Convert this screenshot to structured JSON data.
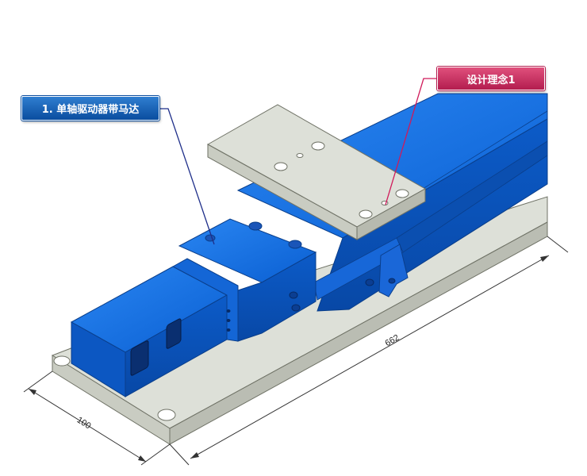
{
  "callouts": {
    "motor": "1. 单轴驱动器带马达",
    "design": "设计理念1"
  },
  "dimensions": {
    "width": "100",
    "length": "662"
  },
  "colors": {
    "actuator_blue": "#0a62d6",
    "plate_gray": "#dcdfd6",
    "motor_callout": "#0a4d9f",
    "design_callout": "#c02a5a",
    "leader_motor": "#1f2f8a",
    "leader_design": "#d01a5a"
  }
}
